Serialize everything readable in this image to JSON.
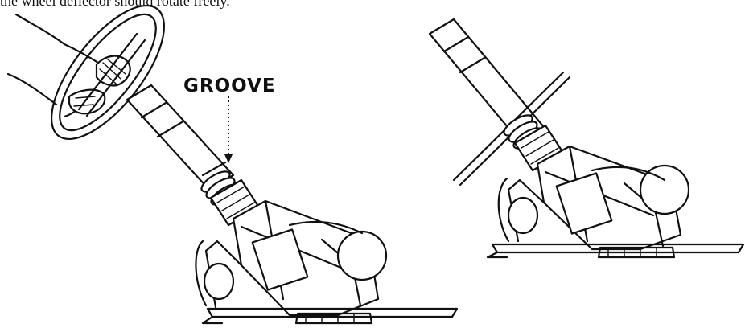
{
  "caption": "the wheel deflector should rotate freely.",
  "callout": {
    "label": "GROOVE"
  },
  "colors": {
    "ink": "#111111",
    "background": "#ffffff"
  },
  "figures": [
    {
      "name": "left-figure",
      "depicts": [
        "hand",
        "wheel-deflector",
        "pool-cleaner-body",
        "hose-swivel",
        "groove",
        "base-plate"
      ]
    },
    {
      "name": "right-figure",
      "depicts": [
        "wheel-deflector",
        "pool-cleaner-body",
        "hose-swivel",
        "base-plate"
      ]
    }
  ]
}
